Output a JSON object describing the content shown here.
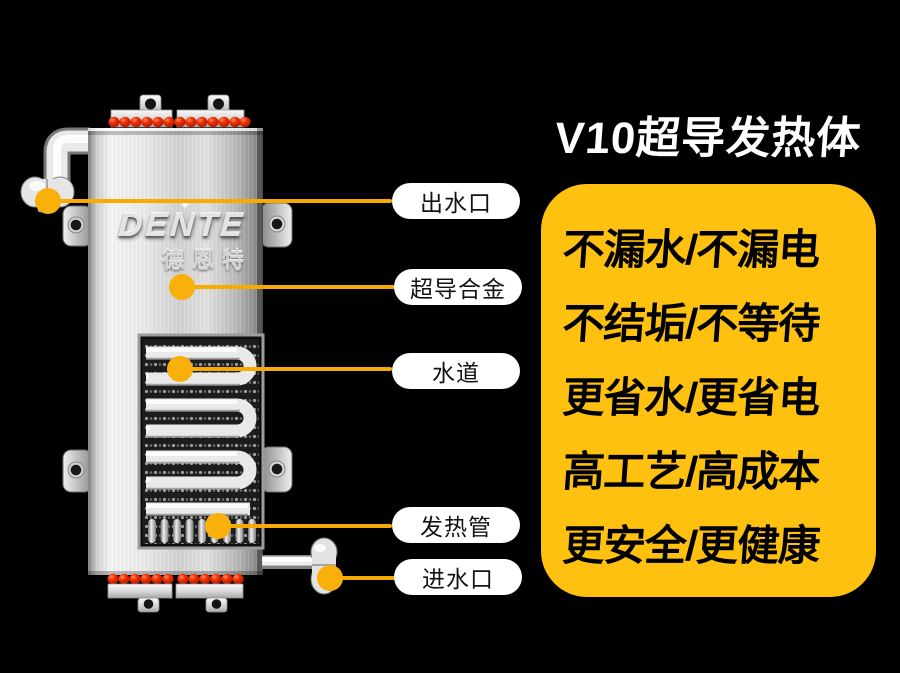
{
  "title": "V10超导发热体",
  "device": {
    "brand": "DENTE",
    "brand_cn": "德恩特",
    "sparkle_icon": "✦"
  },
  "callouts": [
    {
      "label": "出水口"
    },
    {
      "label": "超导合金"
    },
    {
      "label": "水道"
    },
    {
      "label": "发热管"
    },
    {
      "label": "进水口"
    }
  ],
  "features": {
    "lines": [
      "不漏水/不漏电",
      "不结垢/不等待",
      "更省水/更省电",
      "高工艺/高成本",
      "更安全/更健康"
    ]
  },
  "colors": {
    "background": "#000000",
    "panel_yellow": "#FEC110",
    "callout_accent": "#F7AB00",
    "terminal_red": "#EF2F05"
  }
}
